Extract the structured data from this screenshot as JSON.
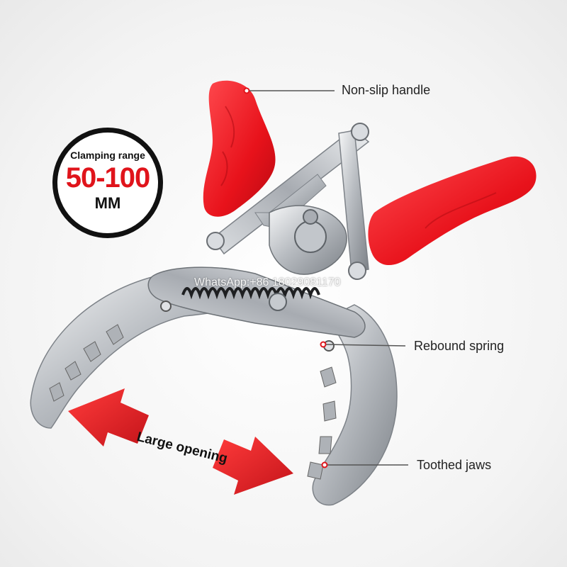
{
  "badge": {
    "top_text": "Clamping range",
    "range_text": "50-100",
    "unit_text": "MM"
  },
  "callouts": {
    "handle": "Non-slip handle",
    "spring": "Rebound spring",
    "jaws": "Toothed jaws"
  },
  "opening_label": "Large opening",
  "watermark": "WhatsApp:+86 18029081170",
  "colors": {
    "handle_red": "#e8121b",
    "arrow_red": "#e31e24",
    "steel": "#c9ccd0",
    "badge_border": "#111111"
  }
}
